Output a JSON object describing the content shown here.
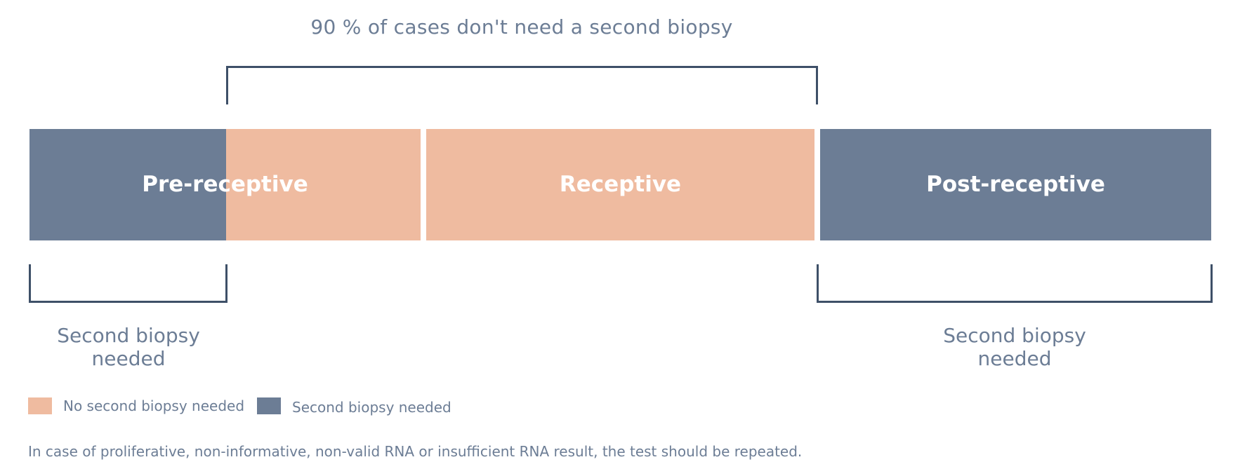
{
  "title": "90 % of cases don't need a second biopsy",
  "segments": [
    {
      "label": "Pre-receptive",
      "status": "Second biopsy needed"
    },
    {
      "label": "Receptive",
      "status": "No second biopsy needed"
    },
    {
      "label": "Post-receptive",
      "status": "Second biopsy needed"
    }
  ],
  "bottom_labels": {
    "left": {
      "line1": "Second biopsy",
      "line2": "needed"
    },
    "right": {
      "line1": "Second biopsy",
      "line2": "needed"
    }
  },
  "legend": [
    {
      "label": "No second biopsy needed",
      "color": "#efbba0"
    },
    {
      "label": "Second biopsy needed",
      "color": "#6c7d95"
    }
  ],
  "colors": {
    "no_second_biopsy": "#efbba0",
    "second_biopsy": "#6c7d95",
    "bracket": "#3e5068",
    "text": "#6c7d95"
  },
  "footnote": "In case of proliferative, non-informative, non-valid RNA or insufficient RNA result, the test should be repeated."
}
